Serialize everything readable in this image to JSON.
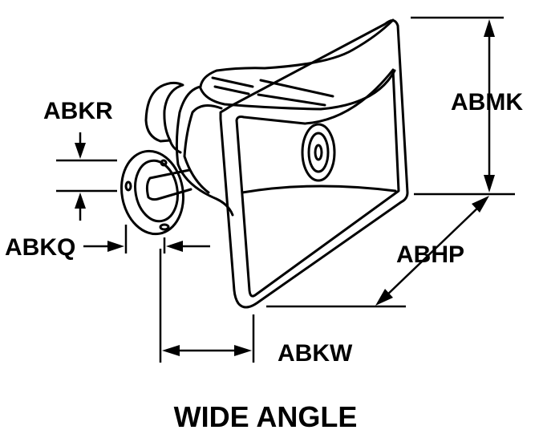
{
  "diagram": {
    "title": "WIDE ANGLE",
    "dimensions": {
      "height": "ABMK",
      "depth": "ABHP",
      "mount_to_mouth": "ABKW",
      "flange_thickness": "ABKQ",
      "shaft_diameter": "ABKR"
    }
  }
}
